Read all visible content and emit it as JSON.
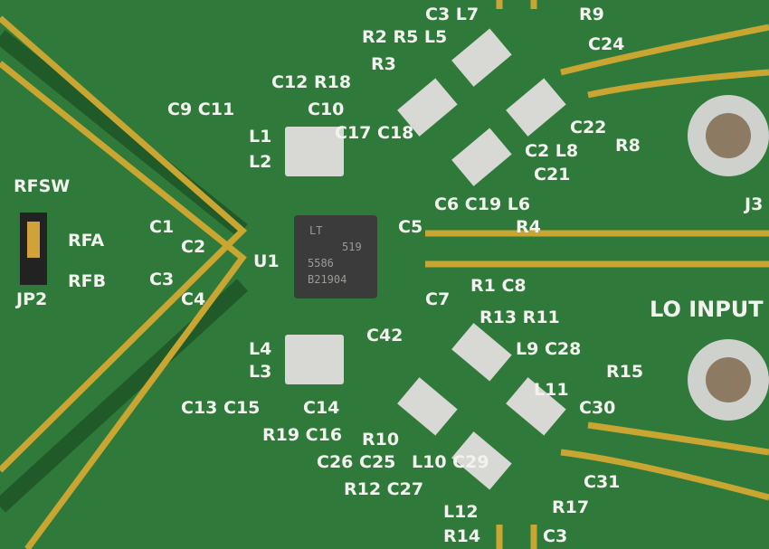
{
  "chip": {
    "logo": "LT",
    "line1": "519",
    "line2": "5586",
    "line3": "B21904"
  },
  "labels": [
    "RFSW",
    "RFA",
    "RFB",
    "JP2",
    "C1",
    "C2",
    "C3",
    "C4",
    "U1",
    "L1",
    "L2",
    "L3",
    "L4",
    "C9 C11",
    "C12 R18",
    "C10",
    "C13 C15",
    "C14",
    "R19 C16",
    "R3",
    "R2 R5 L5",
    "C3 L7",
    "C17 C18",
    "R9",
    "C24",
    "C22",
    "R8",
    "C2 L8",
    "C21",
    "C6 C19 L6",
    "R4",
    "C5",
    "C7",
    "R1 C8",
    "C42",
    "R13 R11",
    "L9 C28",
    "R15",
    "L11",
    "C30",
    "C26 C25",
    "R10",
    "R12 C27",
    "L10 C29",
    "L12",
    "R14",
    "C31",
    "R17",
    "C3",
    "J3",
    "LO INPUT"
  ],
  "colors": {
    "board": "#2f7a3a",
    "trace": "#c9a531",
    "silkscreen": "#f2f2ee"
  }
}
